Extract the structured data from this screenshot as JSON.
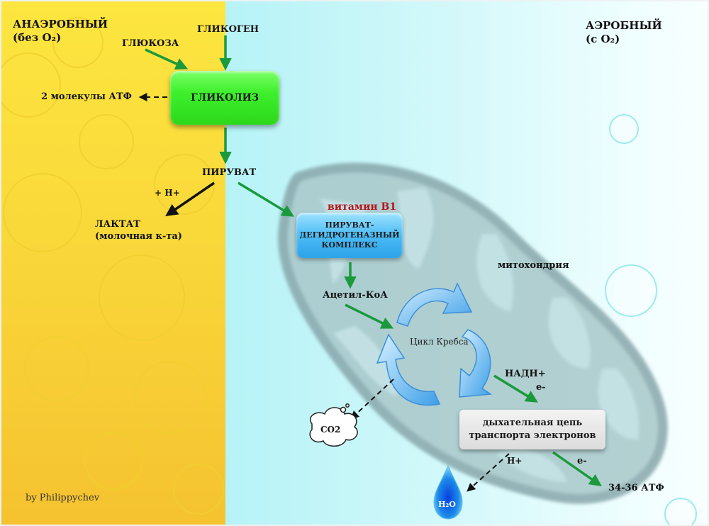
{
  "regions": {
    "anaerobic": {
      "title": "АНАЭРОБНЫЙ",
      "subtitle": "(без O₂)",
      "color": "#fde63f"
    },
    "aerobic": {
      "title": "АЭРОБНЫЙ",
      "subtitle": "(с O₂)",
      "color": "#c8f6f9"
    }
  },
  "nodes": {
    "glycogen": "ГЛИКОГЕН",
    "glucose": "ГЛЮКОЗА",
    "glycolysis": "ГЛИКОЛИЗ",
    "atp_anaerobic": "2 молекулы АТФ",
    "pyruvate": "ПИРУВАТ",
    "h_plus_lactate": "+  H+",
    "lactate": "ЛАКТАТ",
    "lactate_note": "(молочная к-та)",
    "vitamin": "витамин В1",
    "pdh_line1": "ПИРУВАТ-",
    "pdh_line2": "ДЕГИДРОГЕНАЗНЫЙ",
    "pdh_line3": "КОМПЛЕКС",
    "acetyl_coa": "Ацетил-КоА",
    "krebs": "Цикл Кребса",
    "mitochondria": "митохондрия",
    "nadh": "НАДН+",
    "electron_1": "e-",
    "etc_line1": "дыхательная цепь",
    "etc_line2": "транспорта электронов",
    "co2": "CO2",
    "h_plus_water": "H+",
    "water": "H₂O",
    "electron_2": "e-",
    "atp_aerobic": "34-36 АТФ"
  },
  "credit": "by Philippychev",
  "colors": {
    "arrow_green": "#1a9a3c",
    "arrow_black": "#111111",
    "vitamin_red": "#b3161c",
    "glycolysis_green": "#3ef02c",
    "pdh_blue": "#4cbcf5",
    "krebs_blue": "#5ab4f0",
    "mito_gray": "#8fb0b4"
  }
}
